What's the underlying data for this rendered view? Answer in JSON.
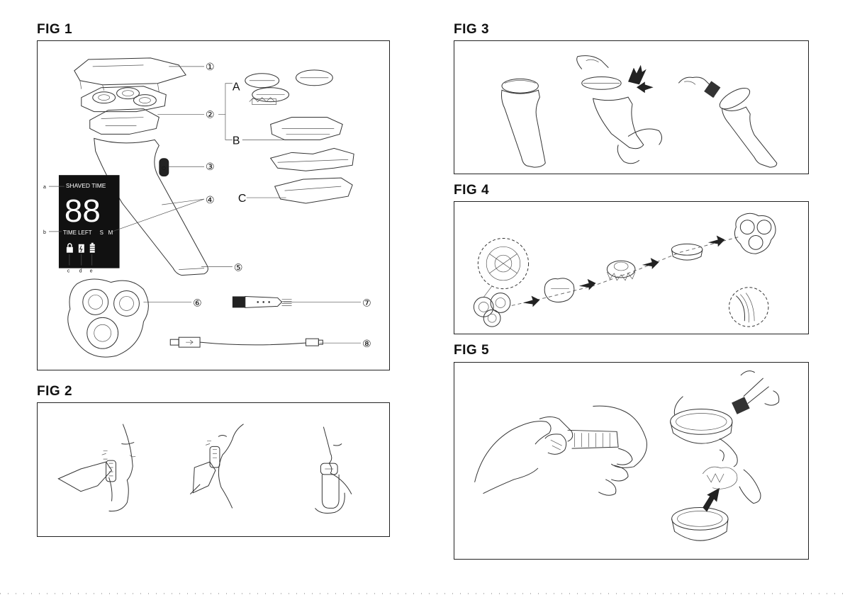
{
  "figures": {
    "fig1": {
      "title": "FIG 1"
    },
    "fig2": {
      "title": "FIG 2"
    },
    "fig3": {
      "title": "FIG 3"
    },
    "fig4": {
      "title": "FIG 4"
    },
    "fig5": {
      "title": "FIG 5"
    }
  },
  "fig1_callouts": [
    "①",
    "②",
    "③",
    "④",
    "⑤",
    "⑥",
    "⑦",
    "⑧"
  ],
  "fig1_groups": {
    "a": "A",
    "b": "B",
    "c": "C"
  },
  "display": {
    "top_label": "SHAVED TIME",
    "digits": "88",
    "bottom_label": "TIME LEFT",
    "s_label": "S",
    "m_label": "M",
    "marker_a": "a",
    "marker_b": "b",
    "marker_c": "c",
    "marker_d": "d",
    "marker_e": "e"
  },
  "icons": [
    "lock-icon",
    "charging-icon",
    "battery-icon",
    "arrow-icon",
    "brush-icon",
    "usb-cable-icon"
  ]
}
